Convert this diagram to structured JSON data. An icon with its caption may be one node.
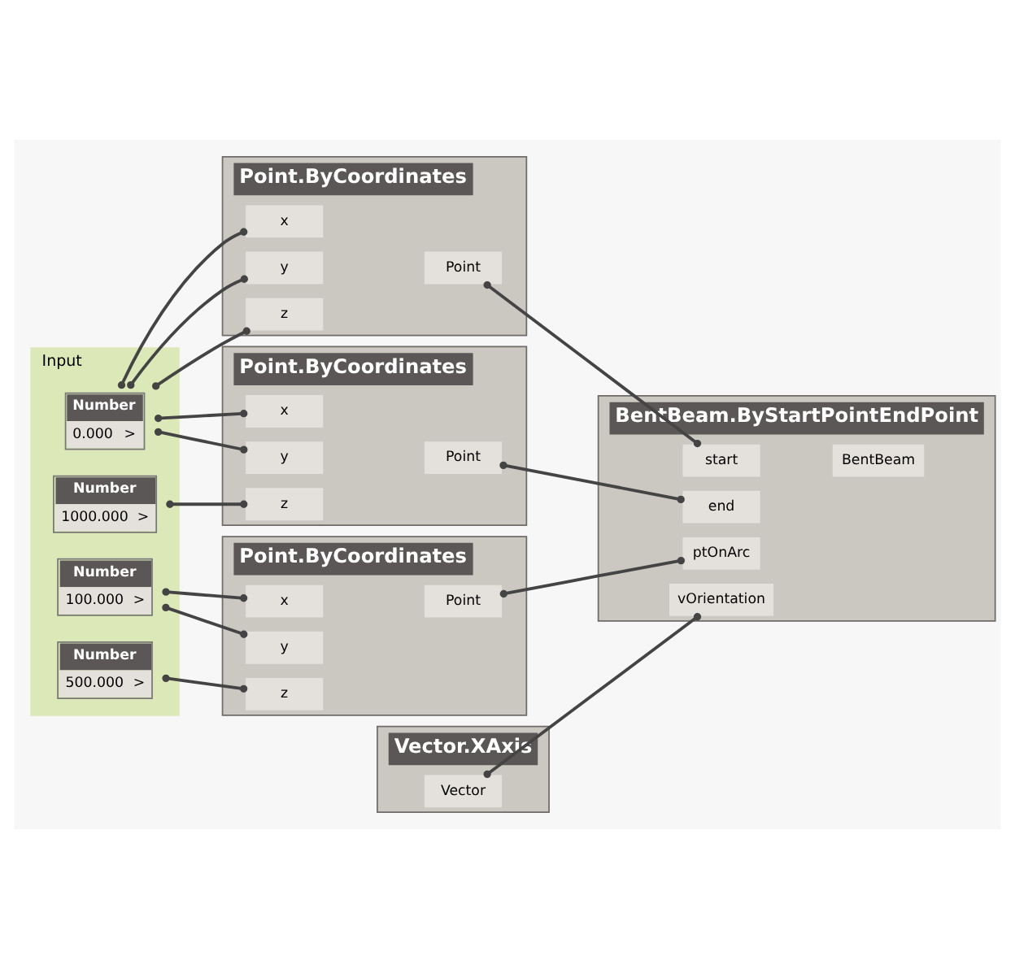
{
  "diagram": {
    "nodes": [
      {
        "text": [
          "Input"
        ]
      },
      {
        "text": [
          "Number",
          "0.000",
          ">"
        ],
        "in": 0
      },
      {
        "text": [
          "Number",
          "1000.000",
          ">"
        ],
        "in": 0
      },
      {
        "text": [
          "Number",
          "100.000",
          ">"
        ],
        "in": 0
      },
      {
        "text": [
          "Number",
          "500.000",
          ">"
        ],
        "in": 0
      },
      {
        "text": [
          "Point.ByCoordinates"
        ]
      },
      {
        "text": [
          "x"
        ],
        "in": 5
      },
      {
        "text": [
          "y"
        ],
        "in": 5
      },
      {
        "text": [
          "z"
        ],
        "in": 5
      },
      {
        "text": [
          "Point"
        ],
        "in": 5
      },
      {
        "text": [
          "Point.ByCoordinates"
        ]
      },
      {
        "text": [
          "x"
        ],
        "in": 10
      },
      {
        "text": [
          "y"
        ],
        "in": 10
      },
      {
        "text": [
          "z"
        ],
        "in": 10
      },
      {
        "text": [
          "Point"
        ],
        "in": 10
      },
      {
        "text": [
          "Point.ByCoordinates"
        ]
      },
      {
        "text": [
          "x"
        ],
        "in": 15
      },
      {
        "text": [
          "y"
        ],
        "in": 15
      },
      {
        "text": [
          "z"
        ],
        "in": 15
      },
      {
        "text": [
          "Point"
        ],
        "in": 15
      },
      {
        "text": [
          "BentBeam.ByStartPointEndPoint"
        ]
      },
      {
        "text": [
          "start"
        ],
        "in": 20
      },
      {
        "text": [
          "end"
        ],
        "in": 20
      },
      {
        "text": [
          "ptOnArc"
        ],
        "in": 20
      },
      {
        "text": [
          "vOrientation"
        ],
        "in": 20
      },
      {
        "text": [
          "BentBeam"
        ],
        "in": 20
      },
      {
        "text": [
          "Vector.XAxis"
        ]
      },
      {
        "text": [
          "Vector"
        ],
        "in": 26
      }
    ],
    "edges": [
      {
        "from": 1,
        "to": 6,
        "arrow": "other"
      },
      {
        "from": 1,
        "to": 7,
        "arrow": "other"
      },
      {
        "from": 1,
        "to": 8,
        "arrow": "other"
      },
      {
        "from": 1,
        "to": 11,
        "arrow": "other"
      },
      {
        "from": 1,
        "to": 12,
        "arrow": "other"
      },
      {
        "from": 2,
        "to": 13,
        "arrow": "other"
      },
      {
        "from": 3,
        "to": 16,
        "arrow": "other"
      },
      {
        "from": 3,
        "to": 17,
        "arrow": "other"
      },
      {
        "from": 4,
        "to": 18,
        "arrow": "other"
      },
      {
        "from": 9,
        "to": 21,
        "arrow": "other"
      },
      {
        "from": 14,
        "to": 22,
        "arrow": "other"
      },
      {
        "from": 19,
        "to": 23,
        "arrow": "other"
      },
      {
        "from": 27,
        "to": 24,
        "arrow": "other"
      }
    ]
  }
}
